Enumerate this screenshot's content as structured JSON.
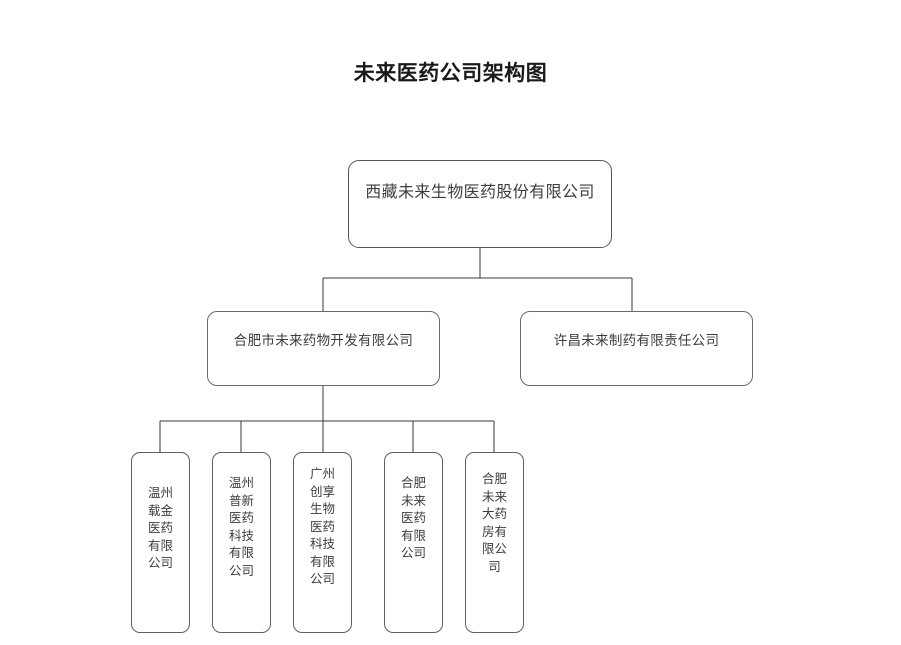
{
  "title": "未来医药公司架构图",
  "org_chart": {
    "type": "organization-tree",
    "levels": 3,
    "root": {
      "id": "node-root",
      "label": "西藏未来生物医药股份有限公司",
      "children": [
        {
          "id": "node-hefei-dev",
          "label": "合肥市未来药物开发有限公司",
          "children": [
            {
              "id": "node-wenzhou-zaijin",
              "label": "温州载金医药有限公司"
            },
            {
              "id": "node-wenzhou-puxin",
              "label": "温州普新医药科技有限公司"
            },
            {
              "id": "node-guangzhou-chuangxiang",
              "label": "广州创享生物医药科技有限公司"
            },
            {
              "id": "node-hefei-weilai",
              "label": "合肥未来医药有限公司"
            },
            {
              "id": "node-hefei-dayaofang",
              "label": "合肥未来大药房有限公司"
            }
          ]
        },
        {
          "id": "node-xuchang",
          "label": "许昌未来制药有限责任公司",
          "children": []
        }
      ]
    }
  },
  "colors": {
    "background": "#ffffff",
    "box_border": "#6f6f6f",
    "connector_line": "#3a3a3a",
    "title_text": "#1a1a1a",
    "node_text": "#3d3d3d"
  }
}
